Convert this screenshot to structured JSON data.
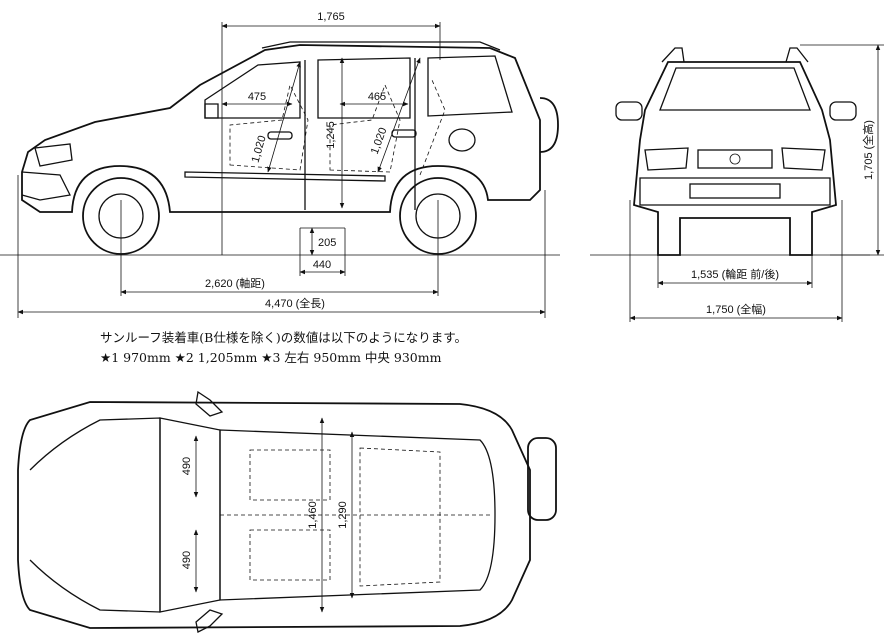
{
  "side_view": {
    "dims": {
      "d1765": "1,765",
      "d475": "475",
      "d465": "465",
      "d1020a": "1,020",
      "d1245": "1,245",
      "d1020b": "1,020",
      "d205": "205",
      "d440": "440",
      "wheelbase": "2,620 (軸距)",
      "length": "4,470 (全長)"
    }
  },
  "front_view": {
    "dims": {
      "tread": "1,535 (輪距 前/後)",
      "width": "1,750 (全幅)",
      "height": "1,705 (全高)"
    }
  },
  "note": {
    "line1": "サンルーフ装着車(B仕様を除く)の数値は以下のようになります。",
    "line2": "★1 970mm ★2 1,205mm ★3 左右 950mm 中央 930mm"
  },
  "top_view": {
    "dims": {
      "d490a": "490",
      "d490b": "490",
      "d1460": "1,460",
      "d1290": "1,290"
    }
  }
}
